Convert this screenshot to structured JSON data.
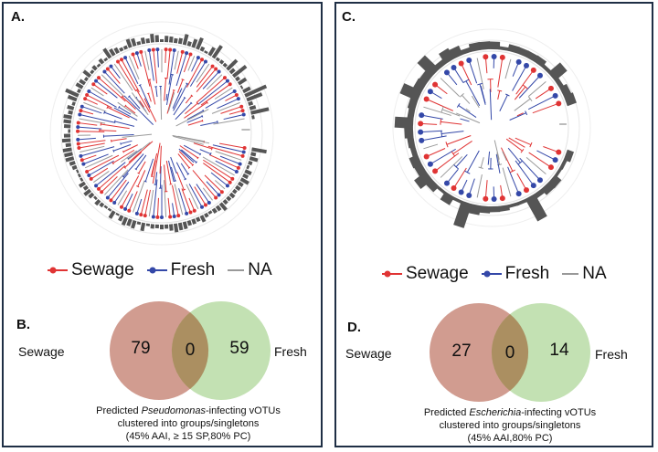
{
  "panels": [
    {
      "tree_label": "A.",
      "venn_label": "B.",
      "legend": [
        {
          "label": "Sewage",
          "color": "#e03434",
          "icon": "red-dot-line-icon"
        },
        {
          "label": "Fresh",
          "color": "#3448a8",
          "icon": "blue-dot-line-icon"
        },
        {
          "label": "NA",
          "color": "#999999",
          "icon": "gray-line-icon"
        }
      ],
      "venn": {
        "left_label": "Sewage",
        "right_label": "Fresh",
        "left_count": "79",
        "overlap_count": "0",
        "right_count": "59",
        "left_color": "#c98b7c",
        "right_color": "#b8dca6"
      },
      "caption": {
        "line1_prefix": "Predicted ",
        "line1_italic": "Pseudomonas",
        "line1_suffix": "-infecting vOTUs",
        "line2": "clustered into groups/singletons",
        "line3": "(45% AAI, ≥ 15 SP,80% PC)"
      }
    },
    {
      "tree_label": "C.",
      "venn_label": "D.",
      "legend": [
        {
          "label": "Sewage",
          "color": "#e03434",
          "icon": "red-dot-line-icon"
        },
        {
          "label": "Fresh",
          "color": "#3448a8",
          "icon": "blue-dot-line-icon"
        },
        {
          "label": "NA",
          "color": "#999999",
          "icon": "gray-line-icon"
        }
      ],
      "venn": {
        "left_label": "Sewage",
        "right_label": "Fresh",
        "left_count": "27",
        "overlap_count": "0",
        "right_count": "14",
        "left_color": "#c98b7c",
        "right_color": "#b8dca6"
      },
      "caption": {
        "line1_prefix": "Predicted ",
        "line1_italic": "Escherichia",
        "line1_suffix": "-infecting vOTUs",
        "line2": "clustered into groups/singletons",
        "line3": "(45% AAI,80% PC)"
      }
    }
  ]
}
